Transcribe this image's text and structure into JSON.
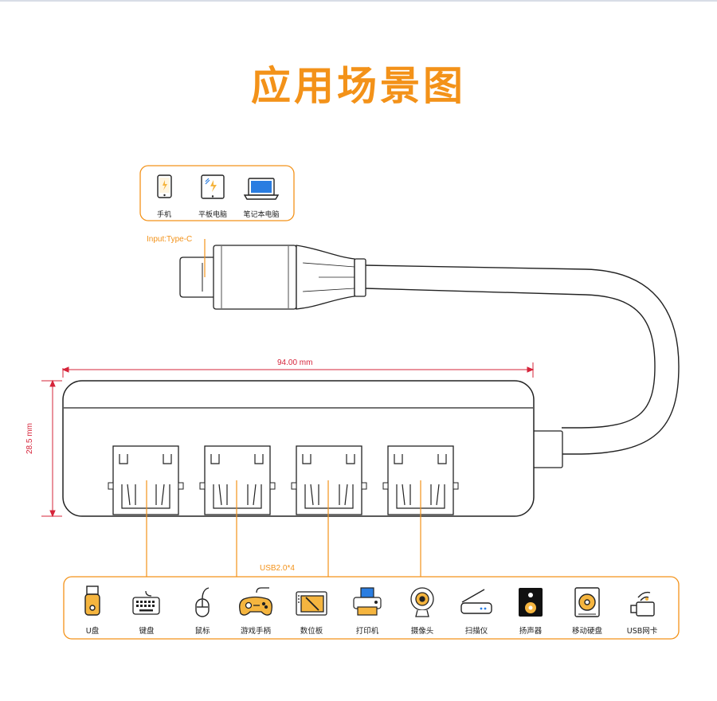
{
  "title": "应用场景图",
  "colors": {
    "accent": "#f39219",
    "dimension": "#d6243a",
    "line": "#222222",
    "icon_fill": "#f5b53f",
    "icon_blue": "#2a7de1"
  },
  "input": {
    "label": "Input:Type-C",
    "devices": [
      {
        "icon": "phone-icon",
        "label": "手机"
      },
      {
        "icon": "tablet-icon",
        "label": "平板电脑"
      },
      {
        "icon": "laptop-icon",
        "label": "笔记本电脑"
      }
    ]
  },
  "dimensions": {
    "width": "94.00 mm",
    "height": "28.5 mm"
  },
  "ports": {
    "label": "USB2.0*4",
    "count": 4
  },
  "applications": [
    {
      "icon": "usb-drive-icon",
      "label": "U盘"
    },
    {
      "icon": "keyboard-icon",
      "label": "键盘"
    },
    {
      "icon": "mouse-icon",
      "label": "鼠标"
    },
    {
      "icon": "gamepad-icon",
      "label": "游戏手柄"
    },
    {
      "icon": "drawing-tablet-icon",
      "label": "数位板"
    },
    {
      "icon": "printer-icon",
      "label": "打印机"
    },
    {
      "icon": "webcam-icon",
      "label": "摄像头"
    },
    {
      "icon": "scanner-icon",
      "label": "扫描仪"
    },
    {
      "icon": "speaker-icon",
      "label": "扬声器"
    },
    {
      "icon": "hard-drive-icon",
      "label": "移动硬盘"
    },
    {
      "icon": "usb-network-card-icon",
      "label": "USB网卡"
    }
  ]
}
